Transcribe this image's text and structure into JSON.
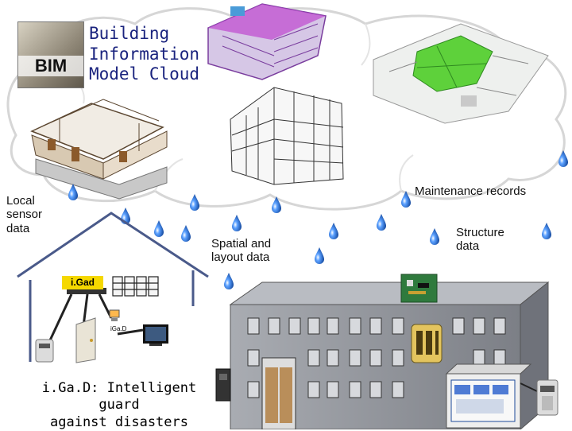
{
  "cloud": {
    "logo_text": "BIM",
    "title_line1": "Building",
    "title_line2": "Information",
    "title_line3": "Model Cloud"
  },
  "labels": {
    "local_sensor_line1": "Local",
    "local_sensor_line2": "sensor",
    "local_sensor_line3": "data",
    "maintenance": "Maintenance records",
    "spatial_line1": "Spatial and",
    "spatial_line2": "layout data",
    "structure_line1": "Structure",
    "structure_line2": "data"
  },
  "house": {
    "device_tag": "i.Gad",
    "device_small_label": "iGa.D"
  },
  "caption": {
    "line1": "i.Ga.D: Intelligent guard",
    "line2": "against disasters"
  },
  "colors": {
    "cloud_fill": "#ffffff",
    "cloud_stroke": "#d8d8d8",
    "drop_blue": "#1565c0",
    "house_outline": "#4a5a8a",
    "building_gray": "#8c8f96",
    "tag_yellow": "#f5d800",
    "bim_green": "#5ed13b"
  }
}
